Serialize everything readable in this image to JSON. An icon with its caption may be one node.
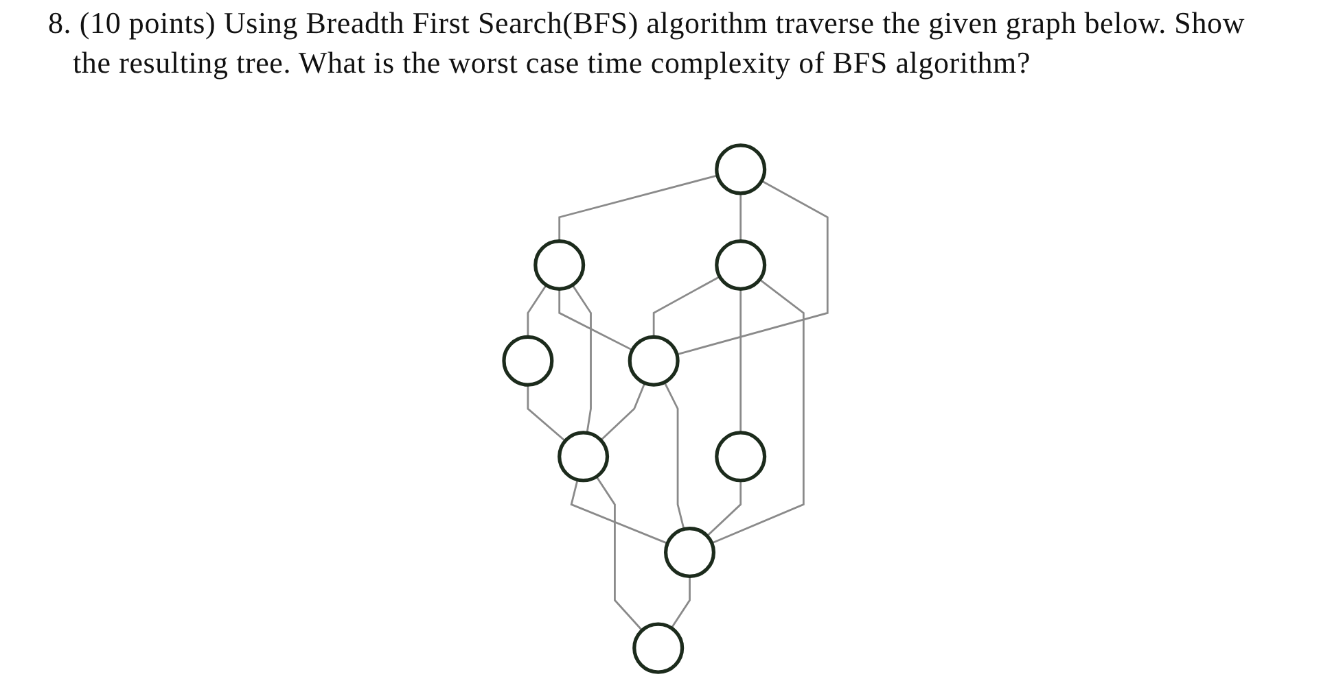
{
  "diagram": {
    "title": "8. (10 points) Using Breadth First Search(BFS) algorithm traverse the given graph below. Show the resulting tree. What is the worst case time complexity of BFS algorithm?",
    "nodes": [
      {
        "text": [],
        "shape": "circle"
      },
      {
        "text": [],
        "shape": "circle"
      },
      {
        "text": [],
        "shape": "circle"
      },
      {
        "text": [],
        "shape": "circle"
      },
      {
        "text": [],
        "shape": "circle"
      },
      {
        "text": [],
        "shape": "circle"
      },
      {
        "text": [],
        "shape": "circle"
      },
      {
        "text": [],
        "shape": "circle"
      },
      {
        "text": [],
        "shape": "circle"
      }
    ],
    "edges": [
      {
        "from": 0,
        "to": 1,
        "arrow": "none"
      },
      {
        "from": 1,
        "to": 2,
        "arrow": "none"
      },
      {
        "from": 0,
        "to": 3,
        "arrow": "none"
      },
      {
        "from": 0,
        "to": 4,
        "arrow": "none"
      },
      {
        "from": 1,
        "to": 4,
        "arrow": "none"
      },
      {
        "from": 1,
        "to": 5,
        "arrow": "none"
      },
      {
        "from": 2,
        "to": 5,
        "arrow": "none"
      },
      {
        "from": 3,
        "to": 4,
        "arrow": "none"
      },
      {
        "from": 4,
        "to": 5,
        "arrow": "none"
      },
      {
        "from": 3,
        "to": 6,
        "arrow": "none"
      },
      {
        "from": 3,
        "to": 7,
        "arrow": "none"
      },
      {
        "from": 4,
        "to": 7,
        "arrow": "none"
      },
      {
        "from": 5,
        "to": 7,
        "arrow": "none"
      },
      {
        "from": 5,
        "to": 8,
        "arrow": "none"
      },
      {
        "from": 6,
        "to": 7,
        "arrow": "none"
      },
      {
        "from": 7,
        "to": 8,
        "arrow": "none"
      }
    ]
  }
}
